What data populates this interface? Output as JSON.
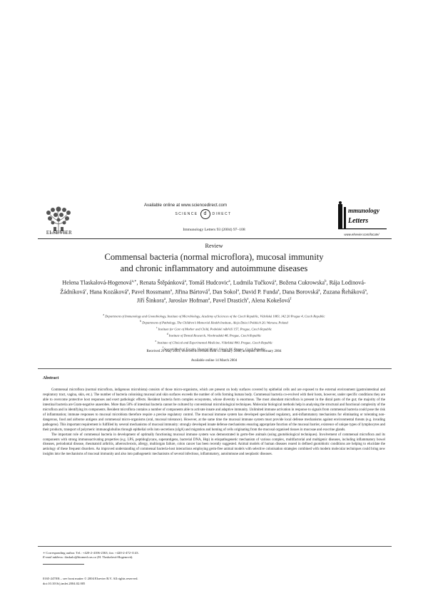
{
  "header": {
    "available_online": "Available online at www.sciencedirect.com",
    "sciencedirect_left": "SCIENCE",
    "sciencedirect_right": "DIRECT",
    "sciencedirect_mark": "d",
    "journal_ref": "Immunology Letters 93 (2004) 97–108",
    "publisher": "ELSEVIER",
    "journal_logo_text": "Immunology Letters",
    "journal_url": "www.elsevier.com/locate/"
  },
  "article": {
    "type": "Review",
    "title_line1": "Commensal bacteria (normal microflora), mucosal immunity",
    "title_line2": "and chronic inflammatory and autoimmune diseases"
  },
  "authors": {
    "line1": "Helena Tlaskalová-Hogenová",
    "line1_sup": "a,∗",
    "line1b": ", Renata Štěpánková",
    "line1b_sup": "a",
    "line1c": ", Tomáš Hudcovic",
    "line1c_sup": "a",
    "line1d": ", Ludmila Tučková",
    "line1d_sup": "a",
    "line2a": ", Božena Cukrowska",
    "line2a_sup": "b",
    "line2b": ", Rája Lodinová-Žádníková",
    "line2b_sup": "c",
    "line2c": ", Hana Kozáková",
    "line2c_sup": "a",
    "line2d": ", Pavel Rossmann",
    "line2d_sup": "a",
    "line3a": ", Jiřina Bártová",
    "line3a_sup": "d",
    "line3b": ", Dan Sokol",
    "line3b_sup": "a",
    "line3c": ", David P. Funda",
    "line3c_sup": "a",
    "line3d": ", Dana Borovská",
    "line3d_sup": "a",
    "line3e": ", Zuzana Řeháková",
    "line3e_sup": "a",
    "line4a": ", Jiří Šinkora",
    "line4a_sup": "a",
    "line4b": ", Jaroslav Hofman",
    "line4b_sup": "a",
    "line4c": ", Pavel Drastich",
    "line4c_sup": "e",
    "line4d": ", Alena Kokešová",
    "line4d_sup": "f"
  },
  "affiliations": [
    {
      "sup": "a",
      "text": "Department of Immunology and Gnotobiology, Institute of Microbiology, Academy of Sciences of the Czech Republic, Vídeňská 1083, 142 20 Prague 4, Czech Republic"
    },
    {
      "sup": "b",
      "text": "Department of Pathology, The Children’s Memorial Health Institute, Aleja Dzieci Polskich 20, Warsaw, Poland"
    },
    {
      "sup": "c",
      "text": "Institute for Care of Mother and Child, Podolské nábřeží 157, Prague, Czech Republic"
    },
    {
      "sup": "d",
      "text": "Institute of Dental Research, Vinohradská 48, Prague, Czech Republic"
    },
    {
      "sup": "e",
      "text": "Institute of Clinical and Experimental Medicine, Vídeňská 800, Prague, Czech Republic"
    },
    {
      "sup": "f",
      "text": "Second Medical Faculty, Hospital Motol, Vúvalu 84, Prague, Czech Republic"
    }
  ],
  "dates": {
    "received": "Received 29 May 2003; received in revised form 11 January 2004; accepted 18 February 2004",
    "available": "Available online 14 March 2004"
  },
  "abstract": {
    "heading": "Abstract",
    "p1": "Commensal microflora (normal microflora, indigenous microbiota) consists of those micro-organisms, which are present on body surfaces covered by epithelial cells and are exposed to the external environment (gastrointestinal and respiratory tract, vagina, skin, etc.). The number of bacteria colonising mucosal and skin surfaces exceeds the number of cells forming human body. Commensal bacteria co-evolved with their hosts, however, under specific conditions they are able to overcome protective host responses and exert pathologic effects. Resident bacteria form complex ecosystems, whose diversity is enormous. The most abundant microflora is present in the distal parts of the gut; the majority of the intestinal bacteria are Gram-negative anaerobes. More than 50% of intestinal bacteria cannot be cultured by conventional microbiological techniques. Molecular biological methods help in analysing the structural and functional complexity of the microflora and in identifying its components. Resident microflora contains a number of components able to activate innate and adaptive immunity. Unlimited immune activation in response to signals from commensal bacteria could pose the risk of inflammation; immune responses to mucosal microbiota therefore require a precise regulatory control. The mucosal immune system has developed specialised regulatory, anti-inflammatory mechanisms for eliminating or tolerating non-dangerous, food and airborne antigens and commensal micro-organisms (oral, mucosal tolerance). However, at the same time the mucosal immune system must provide local defense mechanisms against environmental threats (e.g. invading pathogens). This important requirement is fulfilled by several mechanisms of mucosal immunity: strongly developed innate defense mechanisms ensuring appropriate function of the mucosal barrier, existence of unique types of lymphocytes and their products, transport of polymeric immunoglobulins through epithelial cells into secretions (sIgA) and migration and homing of cells originating from the mucosal organised tissues in mucosae and exocrine glands.",
    "p2": "The important role of commensal bacteria in development of optimally functioning mucosal immune system was demonstrated in germ-free animals (using gnotobiological techniques). Involvement of commensal microflora and its components with strong immunoactivating properties (e.g. LPS, peptidoglycans, superantigens, bacterial DNA, Hsp) in etiopathogenetic mechanism of various complex, multifactorial and multigenic diseases, including inflammatory bowel diseases, periodontal disease, rheumatoid arthritis, atherosclerosis, allergy, multiorgan failure, colon cancer has been recently suggested. Animal models of human diseases reared in defined gnotobiotic conditions are helping to elucidate the aetiology of these frequent disorders. An improved understanding of commensal bacteria-host interactions employing germ-free animal models with selective colonisation strategies combined with modern molecular techniques could bring new insights into the mechanisms of mucosal immunity and also into pathogenetic mechanisms of several infectious, inflammatory, autoimmune and neoplastic diseases."
  },
  "footnotes": {
    "corresponding": "∗ Corresponding author. Tel.: +420-2-4106-2363; fax: +420-2-472-1143.",
    "email_label": "E-mail address:",
    "email": "tlaskalo@biomed.cas.cz (H. Tlaskalová-Hogenová)."
  },
  "copyright": {
    "line1": "0165-2478/$ – see front matter © 2004 Elsevier B.V. All rights reserved.",
    "line2": "doi:10.1016/j.imlet.2004.02.005"
  }
}
